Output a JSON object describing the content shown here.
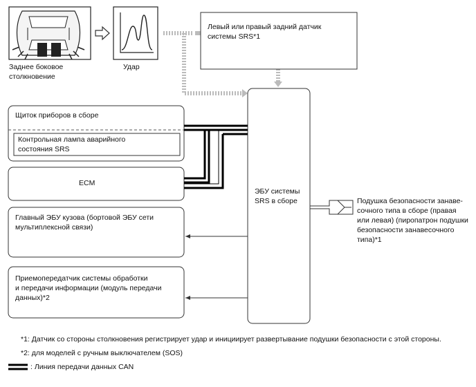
{
  "impact_label": "Заднее боковое\nстолкновение",
  "shock_label": "Удар",
  "rear_sensor_label": "Левый или правый задний датчик\nсистемы SRS*1",
  "combination_meter_label": "Щиток приборов в сборе",
  "warning_light_label": "Контрольная лампа аварийного\nсостояния SRS",
  "ecm_label": "ECM",
  "srs_ecu_label": "ЭБУ системы\nSRS в сборе",
  "body_ecu_label": "Главный ЭБУ кузова (бортовой ЭБУ сети\nмультиплексной связи)",
  "transceiver_label": "Приемопередатчик системы обработки\nи передачи информации (модуль передачи\nданных)*2",
  "curtain_airbag_label": "Подушка безопасности занаве-\nсочного типа в сборе (правая\nили левая) (пиропатрон подушки\nбезопасности занавесочного\nтипа)*1",
  "footnote_1": "*1: Датчик со стороны столкновения регистрирует удар и инициирует развертывание подушки безопасности с этой стороны.",
  "footnote_2": "*2: для моделей с ручным выключателем (SOS)",
  "legend_can": ": Линия передачи данных CAN"
}
